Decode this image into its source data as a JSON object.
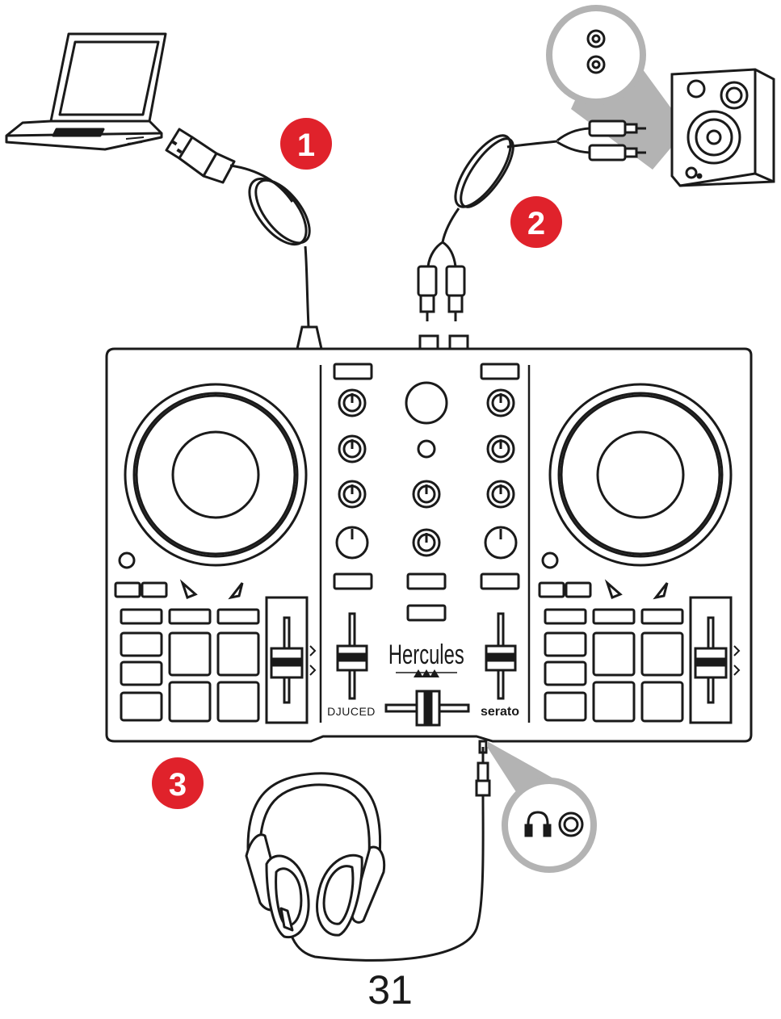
{
  "steps": [
    {
      "number": "1"
    },
    {
      "number": "2"
    },
    {
      "number": "3"
    }
  ],
  "brand": {
    "main": "Hercules",
    "left_logo": "DJUCED",
    "right_logo": "serato"
  },
  "page_number": "31",
  "colors": {
    "badge": "#e0222b",
    "line": "#1a1a1a",
    "callout": "#b3b3b3",
    "background": "#ffffff"
  },
  "icons": [
    "laptop-icon",
    "usb-plug-icon",
    "rca-plug-icon",
    "speaker-icon",
    "headphones-icon",
    "headphone-jack-icon",
    "dj-controller-icon"
  ]
}
